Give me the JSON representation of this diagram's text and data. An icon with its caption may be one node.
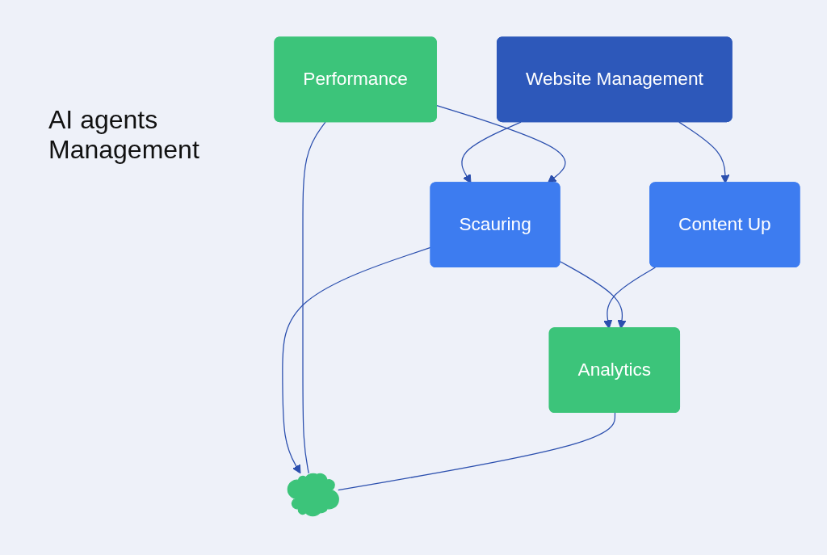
{
  "diagram": {
    "title": "AI agents Management",
    "nodes": [
      {
        "text": [
          "Website Management"
        ]
      },
      {
        "text": [
          "Content Up"
        ]
      },
      {
        "text": [
          "Performance"
        ]
      },
      {
        "text": [
          "Scauring"
        ]
      },
      {
        "text": [
          "Analytics"
        ]
      },
      {
        "text": [],
        "shape": "cloud"
      }
    ],
    "edges": [
      {
        "from": 0,
        "to": 1,
        "arrow": "to"
      },
      {
        "from": 0,
        "to": 3,
        "arrow": "to"
      },
      {
        "from": 1,
        "to": 4,
        "arrow": "to"
      },
      {
        "from": 2,
        "to": 3,
        "arrow": "to"
      },
      {
        "from": 3,
        "to": 4,
        "arrow": "to"
      },
      {
        "from": 3,
        "to": 5,
        "arrow": "to"
      },
      {
        "from": 2,
        "to": 5,
        "arrow": "none"
      },
      {
        "from": 4,
        "to": 5,
        "arrow": "none"
      }
    ]
  }
}
